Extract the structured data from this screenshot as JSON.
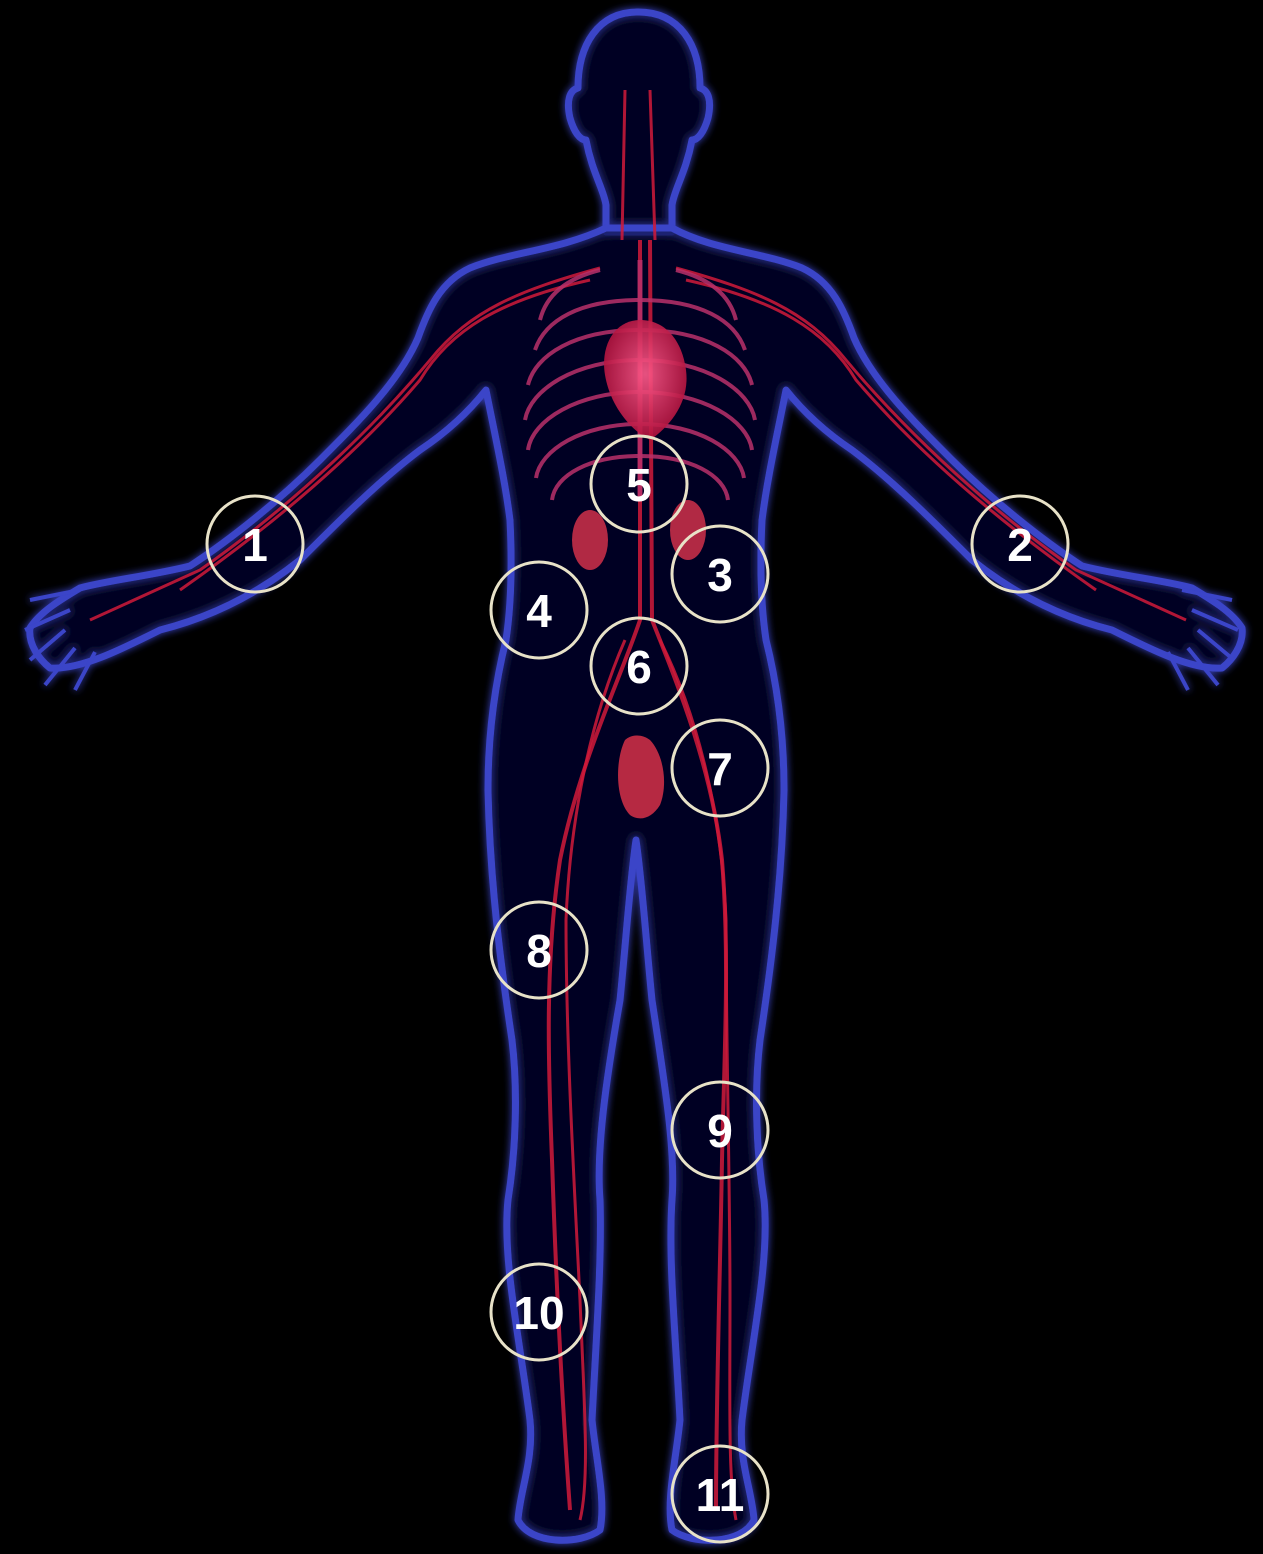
{
  "colors": {
    "background": "#000000",
    "body_outline": "#3a44c8",
    "body_glow": "#5a66f0",
    "vessel": "#d01a3a",
    "organ": "#e0305a",
    "marker_ring": "#e8e2c8",
    "marker_text": "#ffffff"
  },
  "markers": [
    {
      "id": "1",
      "label": "1"
    },
    {
      "id": "2",
      "label": "2"
    },
    {
      "id": "3",
      "label": "3"
    },
    {
      "id": "4",
      "label": "4"
    },
    {
      "id": "5",
      "label": "5"
    },
    {
      "id": "6",
      "label": "6"
    },
    {
      "id": "7",
      "label": "7"
    },
    {
      "id": "8",
      "label": "8"
    },
    {
      "id": "9",
      "label": "9"
    },
    {
      "id": "10",
      "label": "10"
    },
    {
      "id": "11",
      "label": "11"
    }
  ]
}
